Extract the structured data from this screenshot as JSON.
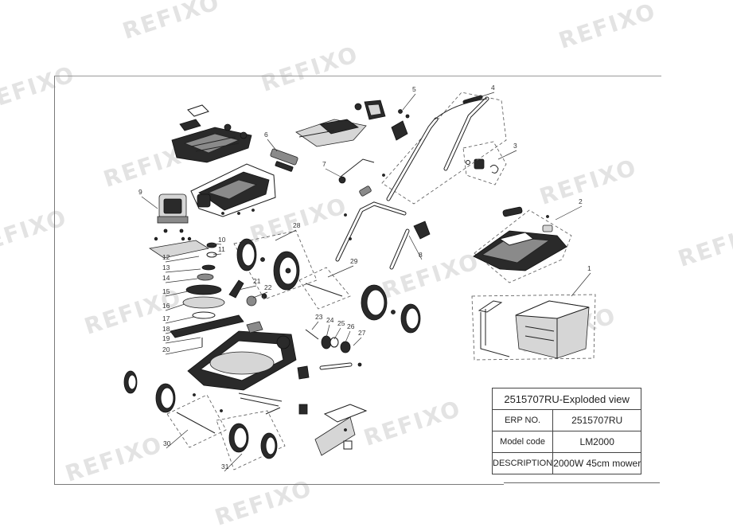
{
  "watermark": "REFIXO",
  "title_block": {
    "title": "2515707RU-Exploded view",
    "rows": [
      {
        "key": "ERP NO.",
        "value": "2515707RU"
      },
      {
        "key": "Model code",
        "value": "LM2000"
      },
      {
        "key": "DESCRIPTION",
        "value": "2000W 45cm mower"
      }
    ]
  },
  "part_numbers": [
    "1",
    "2",
    "3",
    "4",
    "5",
    "6",
    "7",
    "8",
    "9",
    "10",
    "11",
    "12",
    "13",
    "14",
    "15",
    "16",
    "17",
    "18",
    "19",
    "20",
    "21",
    "22",
    "23",
    "24",
    "25",
    "26",
    "27",
    "28",
    "29",
    "30",
    "31"
  ]
}
